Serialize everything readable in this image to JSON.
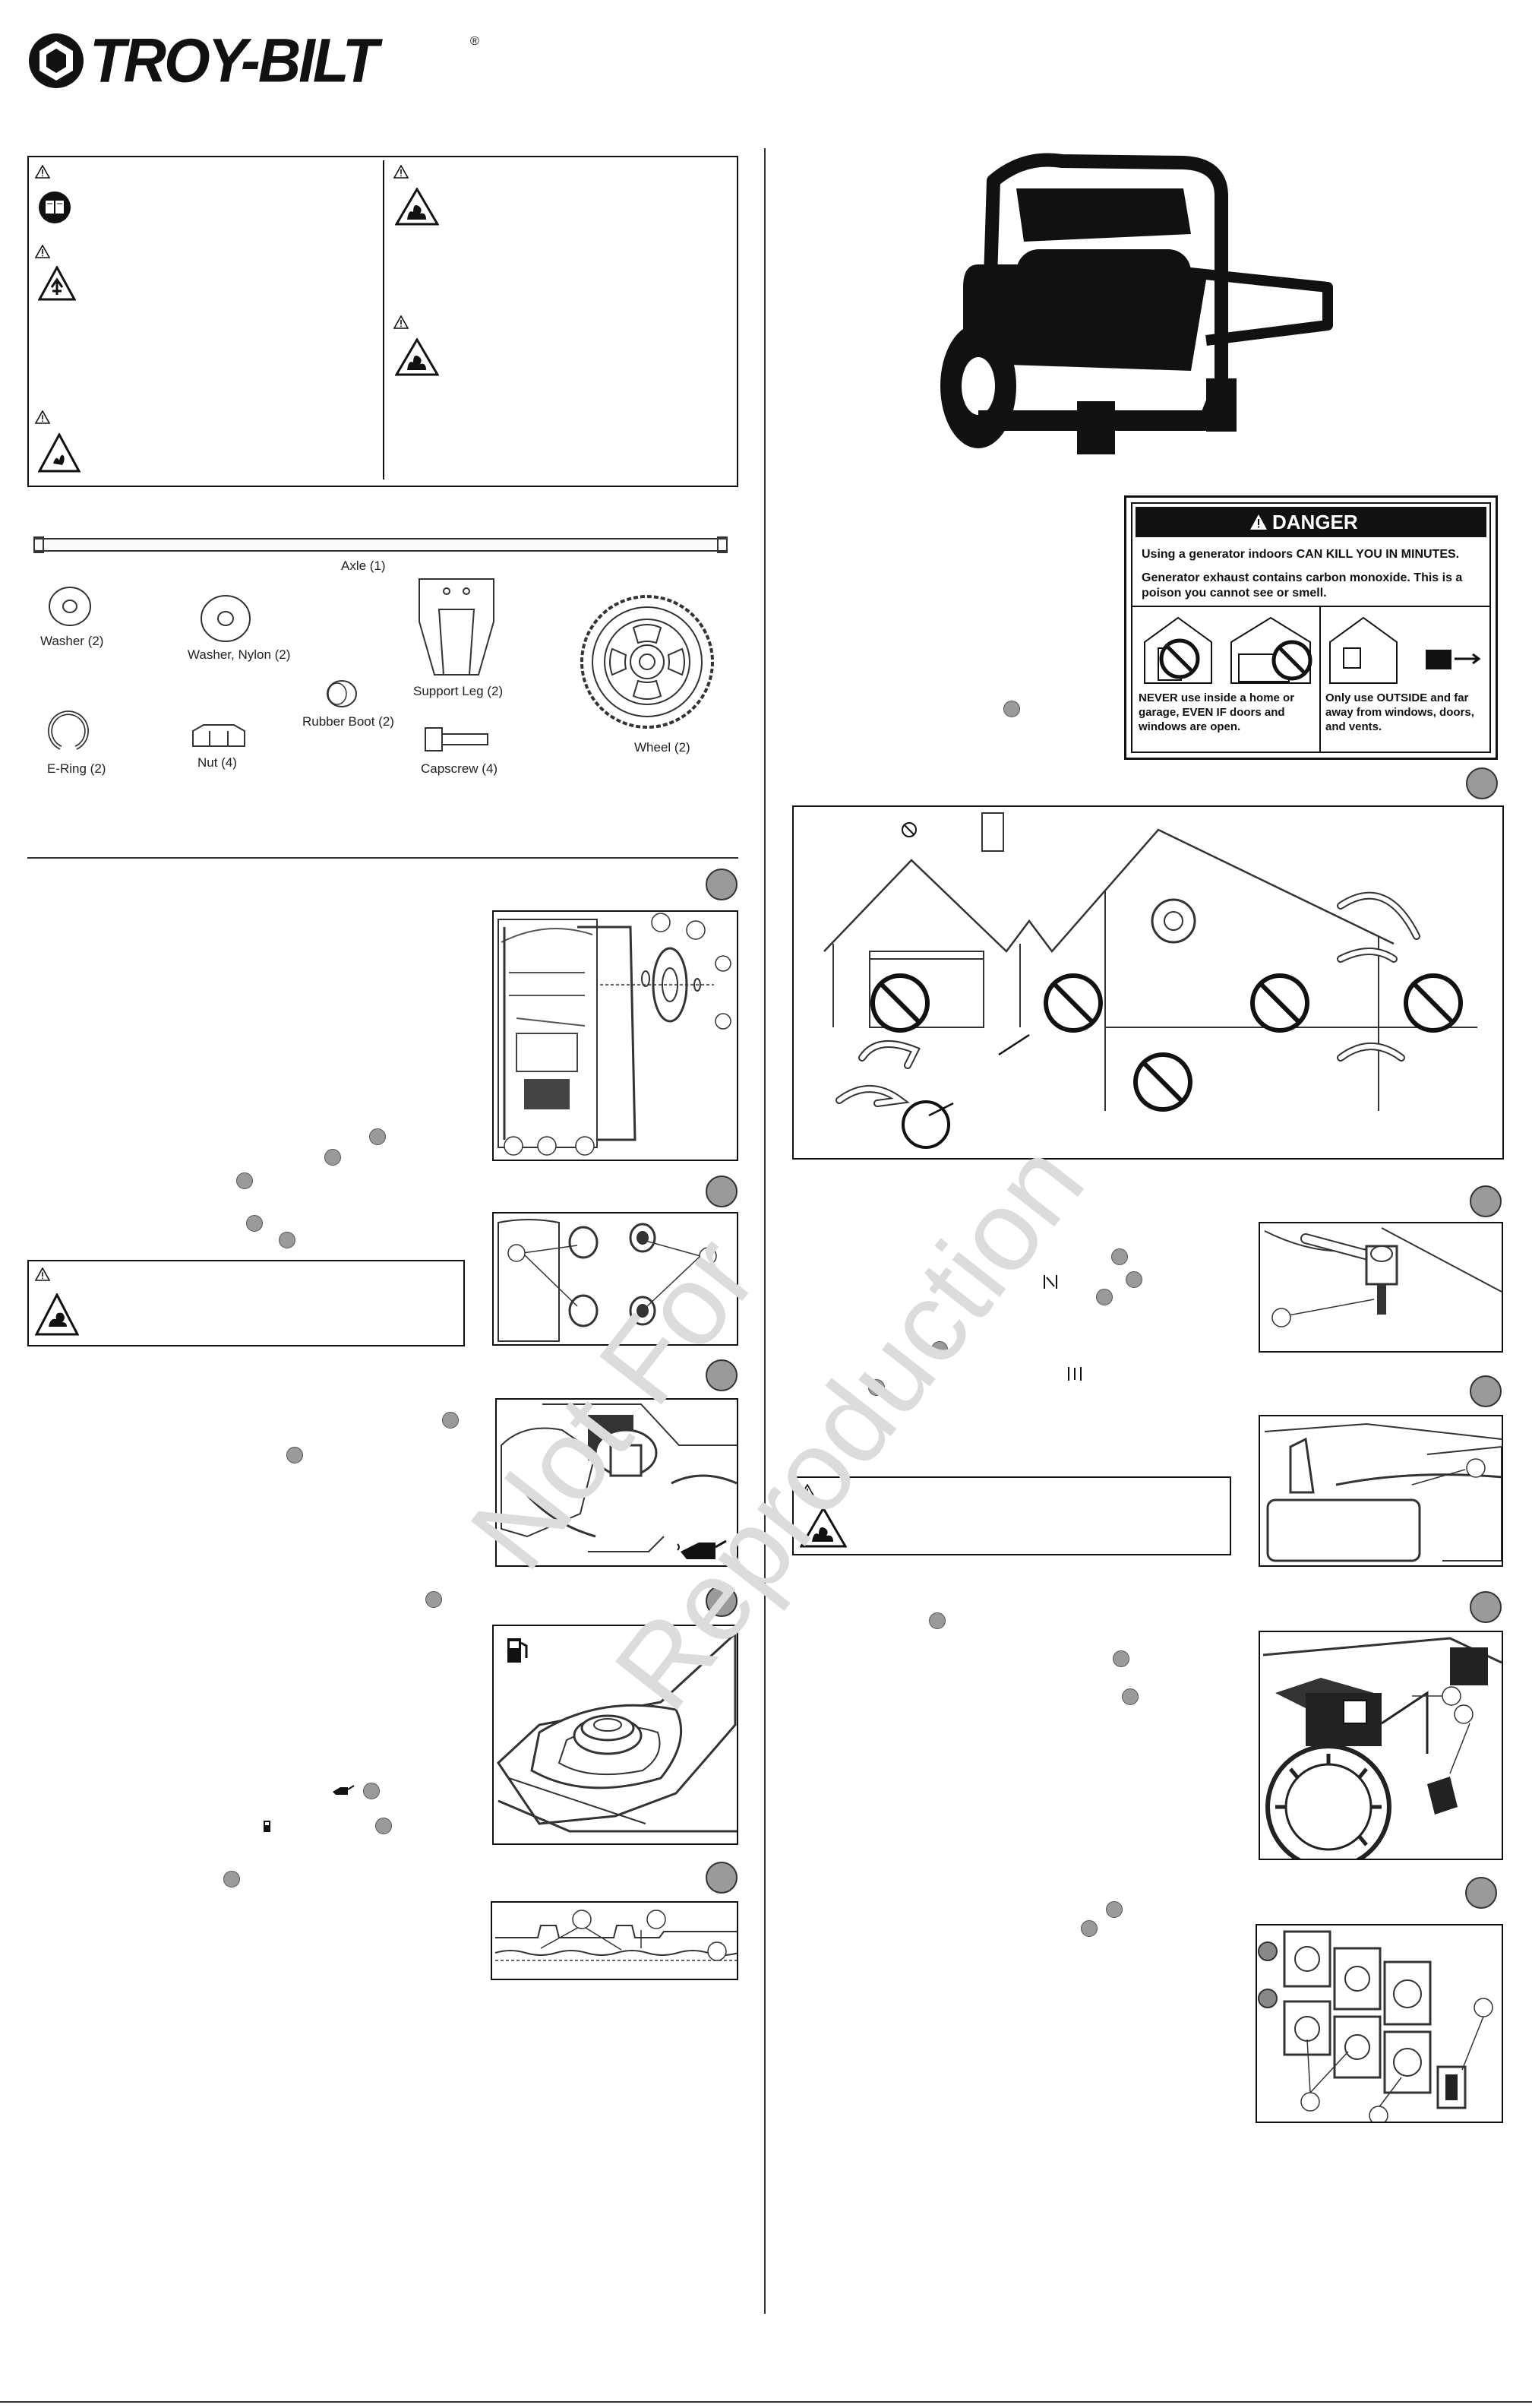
{
  "brand": {
    "logo_text": "TROY-BILT",
    "registered": "®"
  },
  "parts": {
    "axle": "Axle (1)",
    "washer": "Washer (2)",
    "washer_nylon": "Washer, Nylon (2)",
    "support_leg": "Support Leg (2)",
    "rubber_boot": "Rubber Boot (2)",
    "e_ring": "E-Ring (2)",
    "nut": "Nut (4)",
    "capscrew": "Capscrew (4)",
    "wheel": "Wheel (2)"
  },
  "danger_label": {
    "title": "DANGER",
    "line1": "Using a generator indoors CAN KILL YOU IN MINUTES.",
    "line2": "Generator exhaust contains carbon monoxide. This is a poison you cannot see or smell.",
    "never_text": "NEVER use inside a home or garage, EVEN IF doors and windows are open.",
    "only_text": "Only use OUTSIDE and far away from windows, doors, and vents."
  },
  "watermark": {
    "line1": "Not For",
    "line2": "Reproduction"
  },
  "icons": {
    "warning": "warning-triangle-icon",
    "manual": "read-manual-icon",
    "shock": "electric-shock-icon",
    "fire": "fire-icon",
    "co": "carbon-monoxide-icon",
    "fuel": "fuel-pump-icon",
    "oil": "oil-can-icon",
    "no": "prohibited-icon"
  },
  "colors": {
    "ink": "#111111",
    "callout": "#9a9a9a",
    "paper": "#ffffff"
  }
}
